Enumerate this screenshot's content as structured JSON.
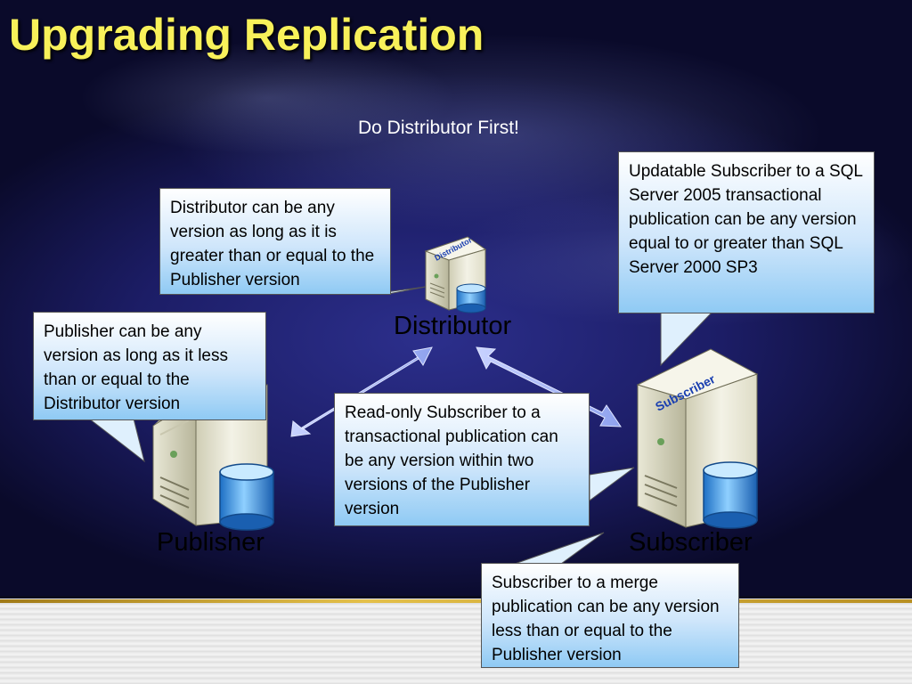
{
  "slide": {
    "title": "Upgrading Replication",
    "subtitle": "Do Distributor First!"
  },
  "nodes": {
    "distributor": {
      "label": "Distributor",
      "badge": "Distributor"
    },
    "publisher": {
      "label": "Publisher"
    },
    "subscriber": {
      "label": "Subscriber",
      "badge": "Subscriber"
    }
  },
  "callouts": {
    "distributor_note": "Distributor can be any version as long as it is greater than or equal to the Publisher version",
    "publisher_note": "Publisher can be any version as long as it less than or equal to the Distributor version",
    "updatable_subscriber_note": "Updatable Subscriber to a SQL Server 2005 transactional publication can be any version equal to or greater than SQL Server 2000 SP3",
    "readonly_subscriber_note": "Read-only Subscriber to a transactional publication can be any version within two versions of the Publisher version",
    "merge_subscriber_note": "Subscriber to a merge publication can be any version less than or equal to the Publisher version"
  },
  "colors": {
    "title": "#f8f15a",
    "arrow": "#9fb0f0",
    "callout_bottom": "#8fcaf4"
  },
  "icons": [
    "server-icon",
    "database-icon",
    "double-arrow-icon"
  ]
}
